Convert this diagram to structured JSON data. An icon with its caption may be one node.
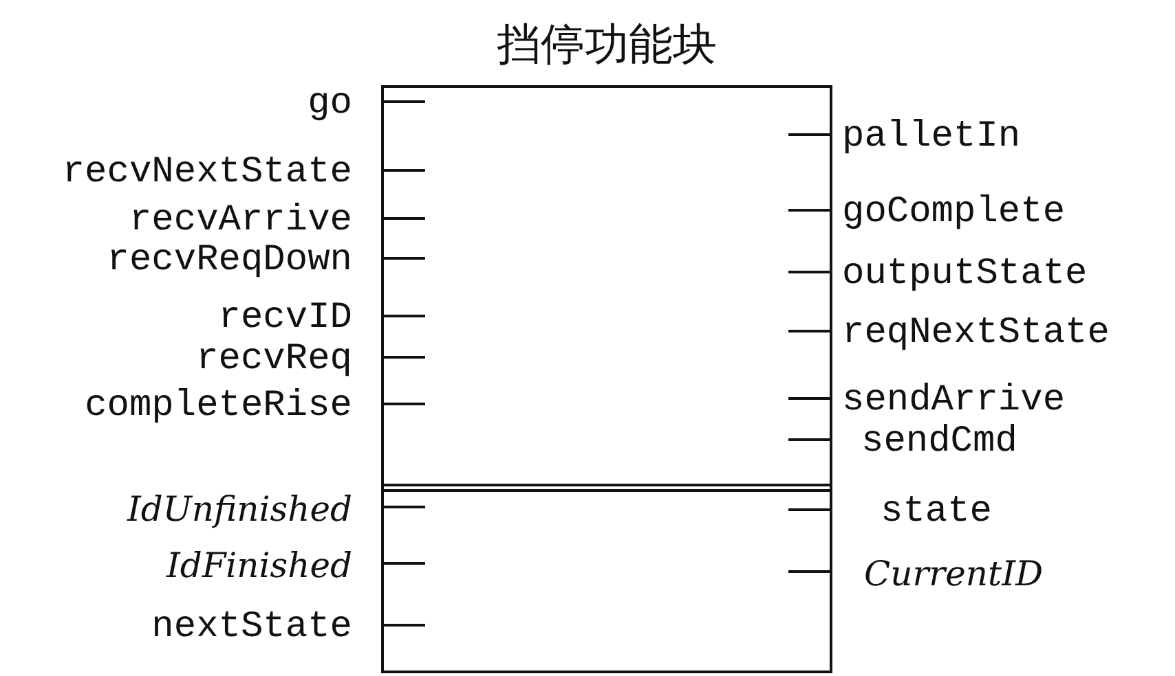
{
  "diagram": {
    "nodes": [
      {
        "text": [
          "挡停功能块"
        ],
        "beside": [
          "go",
          "palletIn",
          "recvNextState",
          "recvArrive",
          "goComplete",
          "recvReqDown",
          "outputState",
          "recvID",
          "reqNextState",
          "recvReq",
          "completeRise",
          "sendArrive",
          "sendCmd",
          "IdUnfinished",
          "state",
          "IdFinished",
          "CurrentID",
          "nextState"
        ]
      }
    ],
    "edges": []
  }
}
